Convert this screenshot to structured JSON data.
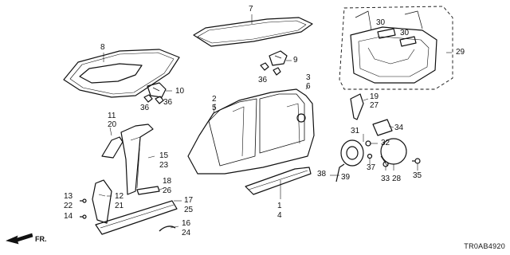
{
  "diagram_code": "TR0AB4920",
  "direction_label": "FR.",
  "icons": {
    "front_arrow": "front-direction-arrow-icon"
  },
  "callouts": {
    "c7": "7",
    "c8": "8",
    "c9": "9",
    "c36a": "36",
    "c10": "10",
    "c36b": "36",
    "c36c": "36",
    "c30a": "30",
    "c30b": "30",
    "c29": "29",
    "c2": "2",
    "c5": "5",
    "c3": "3",
    "c6": "6",
    "c11": "11",
    "c20": "20",
    "c15": "15",
    "c23": "23",
    "c18": "18",
    "c26": "26",
    "c13": "13",
    "c22": "22",
    "c12": "12",
    "c21": "21",
    "c14": "14",
    "c17": "17",
    "c25": "25",
    "c16": "16",
    "c24": "24",
    "c1": "1",
    "c4": "4",
    "c19": "19",
    "c27": "27",
    "c31": "31",
    "c34": "34",
    "c32": "32",
    "c37": "37",
    "c38": "38",
    "c39": "39",
    "c33": "33",
    "c28": "28",
    "c35": "35"
  }
}
